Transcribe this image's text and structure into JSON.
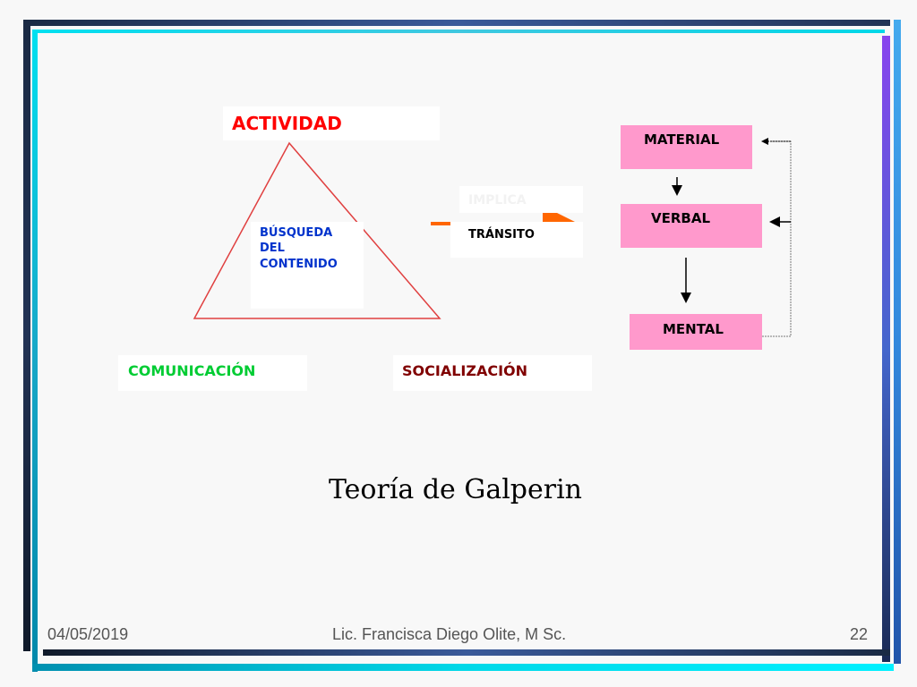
{
  "slide": {
    "title": "Teoría de Galperin",
    "footer_date": "04/05/2019",
    "footer_author": "Lic. Francisca Diego Olite, M Sc.",
    "footer_page": "22"
  },
  "diagram": {
    "triangle": {
      "top_label": "ACTIVIDAD",
      "center_lines": [
        "BÚSQUEDA",
        "DEL",
        "CONTENIDO"
      ],
      "left_label": "COMUNICACIÓN",
      "right_label": "SOCIALIZACIÓN"
    },
    "transition": {
      "faded_label": "IMPLICA",
      "label": "TRÁNSITO"
    },
    "stages": [
      "MATERIAL",
      "VERBAL",
      "MENTAL"
    ]
  },
  "colors": {
    "actividad": "#ff0000",
    "busqueda": "#0033cc",
    "comunicacion": "#00cc33",
    "socializacion": "#800000",
    "arrow": "#ff6600",
    "stage_fill": "#ff99cc",
    "triangle": "#e04040"
  }
}
